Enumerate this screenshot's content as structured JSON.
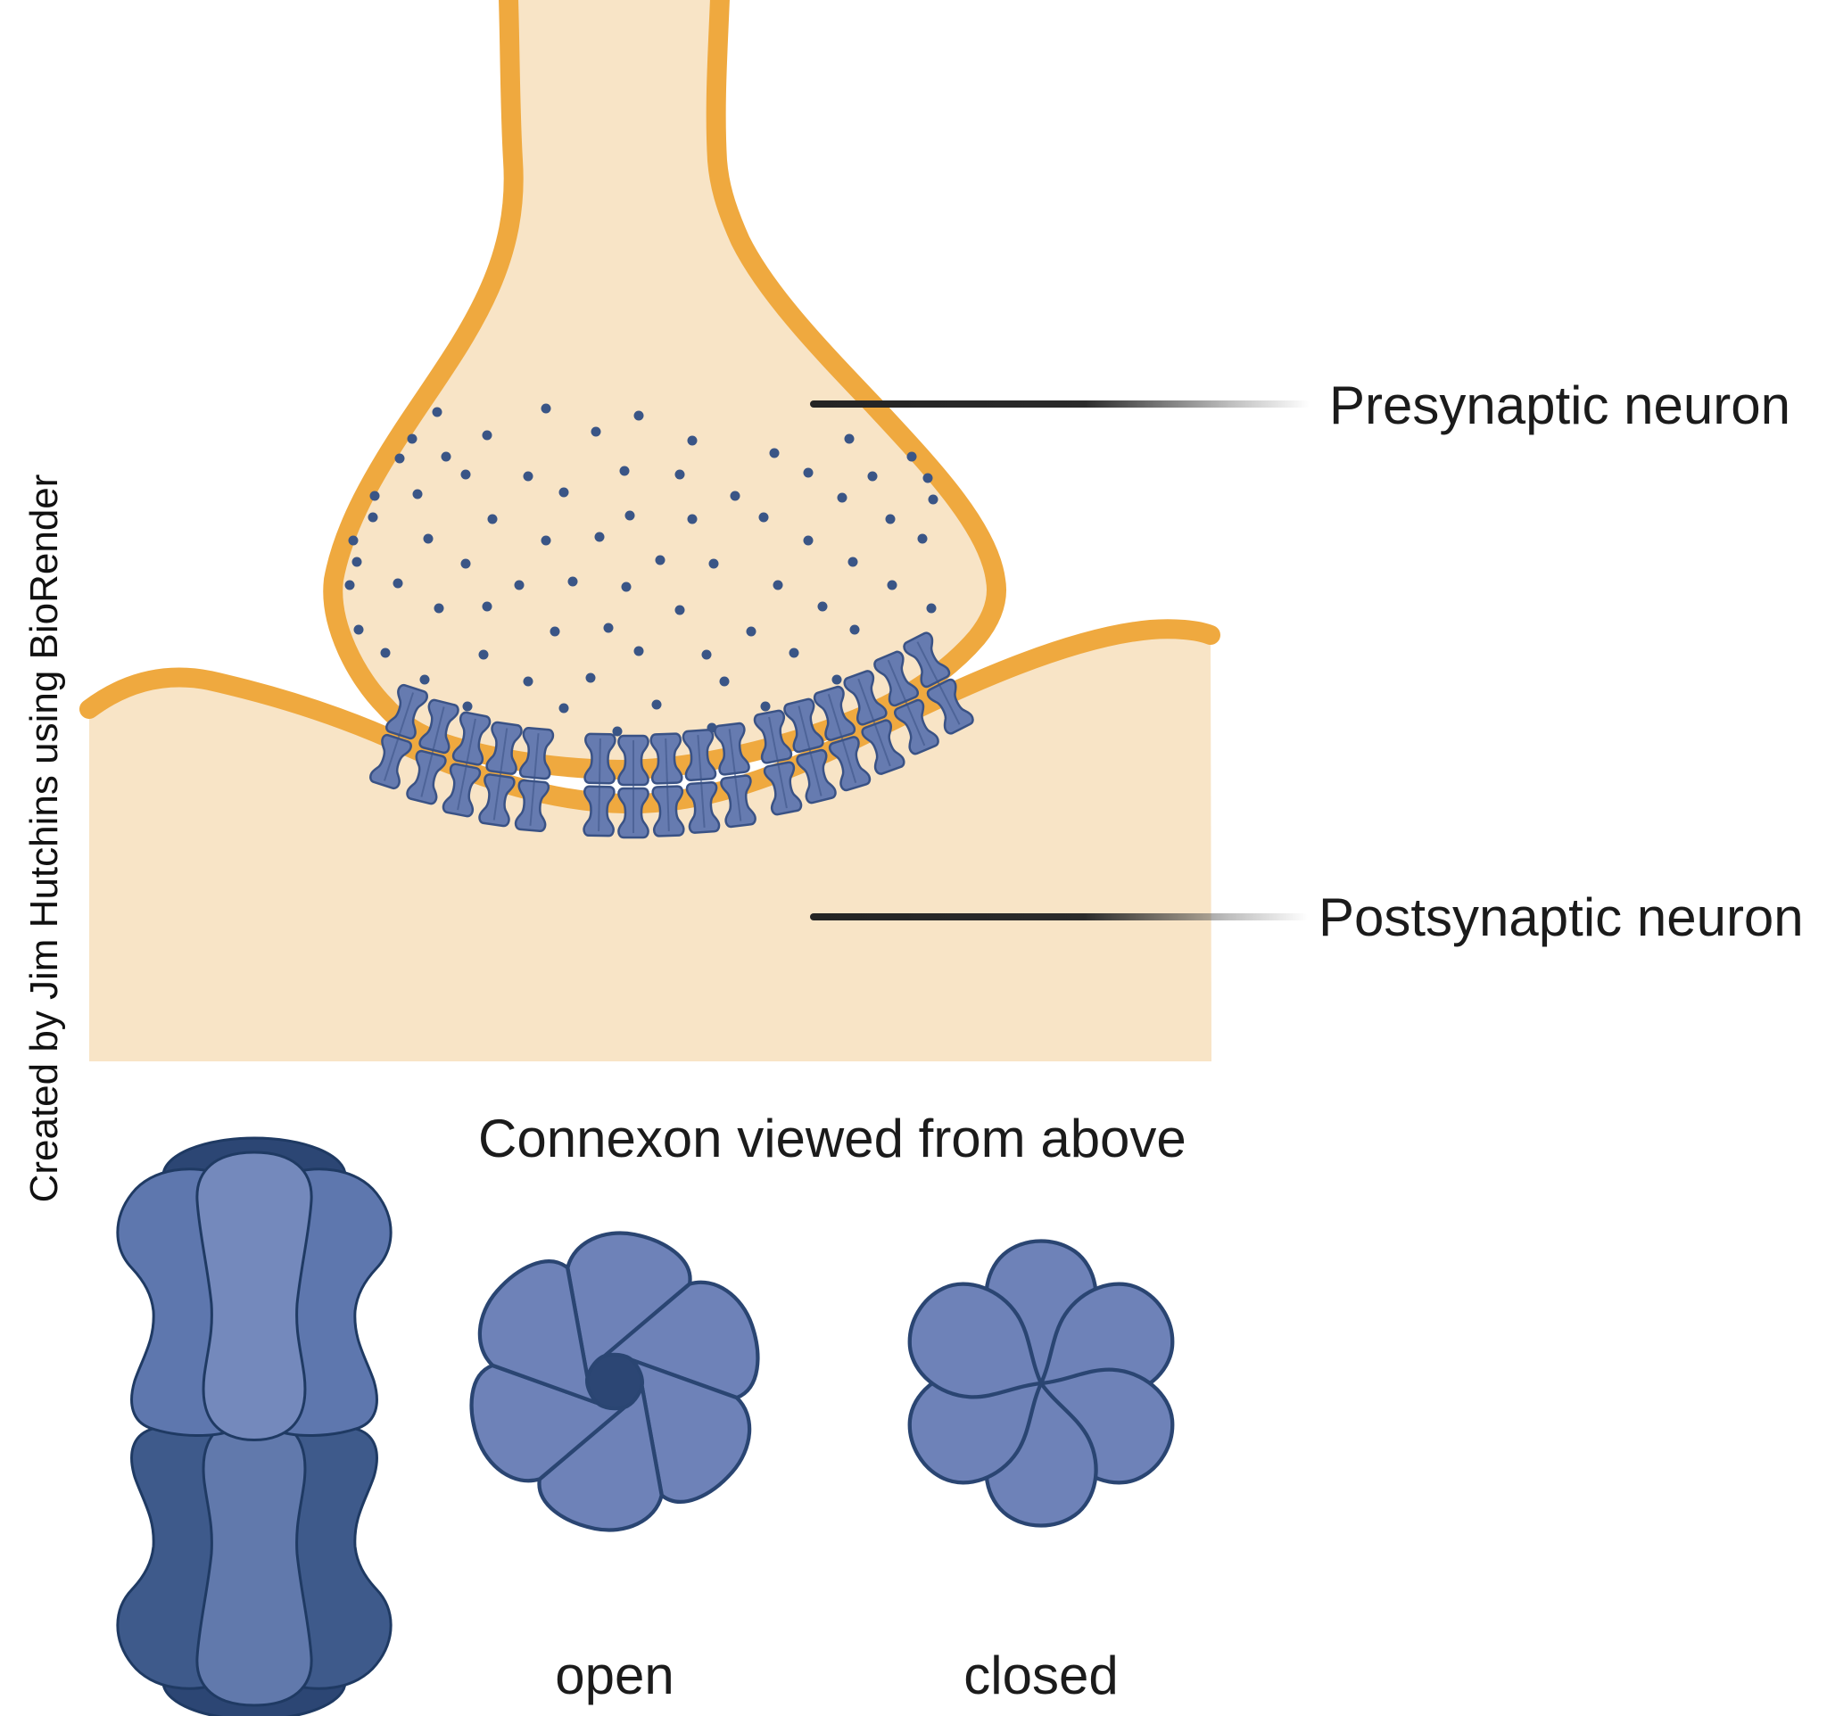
{
  "figure": {
    "credit": "Created by Jim Hutchins using BioRender",
    "labels": {
      "presynaptic": "Presynaptic neuron",
      "postsynaptic": "Postsynaptic neuron"
    },
    "bottom_panel": {
      "title": "Connexon viewed from above",
      "open_label": "open",
      "closed_label": "closed"
    }
  },
  "colors": {
    "membrane_orange": "#EFA93F",
    "cell_fill": "#F8E4C6",
    "ion_dot": "#3A5586",
    "channel_blue": "#667BB0",
    "channel_outline": "#3A5285",
    "petal_fill": "#6E82B8",
    "petal_outline": "#2A4572",
    "connexon_front_top": "#7489BC",
    "connexon_side_top": "#5E77AE",
    "connexon_front_bottom": "#6179AC",
    "connexon_side_bottom": "#3E5A8B",
    "connexon_back": "#2C4674",
    "label_text": "#1B1B1B"
  }
}
